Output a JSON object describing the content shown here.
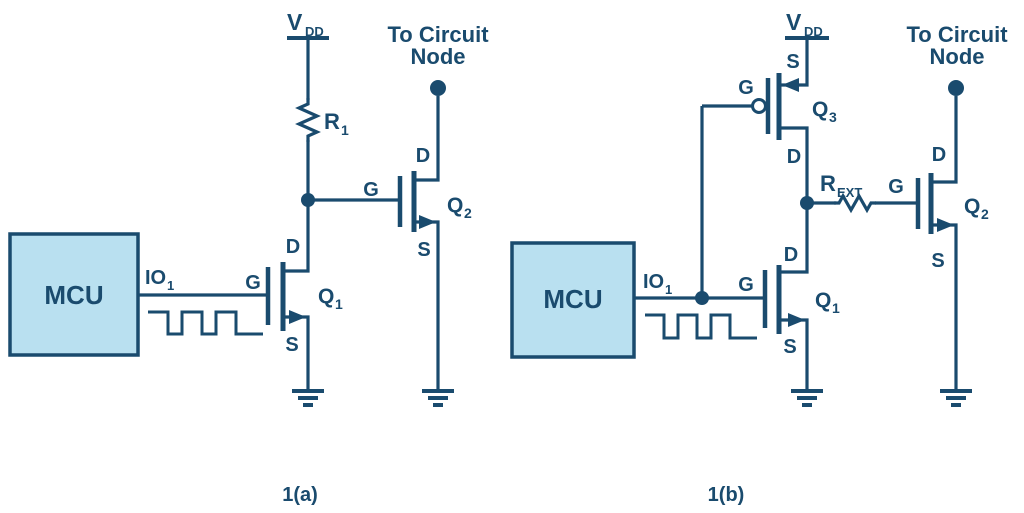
{
  "colors": {
    "stroke": "#1a4b6e",
    "box_fill": "#b9e0f0",
    "background": "#ffffff"
  },
  "pin_labels": {
    "gate": "G",
    "drain": "D",
    "source": "S"
  },
  "circuit_a": {
    "caption": "1(a)",
    "mcu": "MCU",
    "supply_main": "V",
    "supply_sub": "DD",
    "io_main": "IO",
    "io_sub": "1",
    "resistor_main": "R",
    "resistor_sub": "1",
    "q1_main": "Q",
    "q1_sub": "1",
    "q2_main": "Q",
    "q2_sub": "2",
    "node_line1": "To Circuit",
    "node_line2": "Node"
  },
  "circuit_b": {
    "caption": "1(b)",
    "mcu": "MCU",
    "supply_main": "V",
    "supply_sub": "DD",
    "io_main": "IO",
    "io_sub": "1",
    "resistor_main": "R",
    "resistor_sub": "EXT",
    "q1_main": "Q",
    "q1_sub": "1",
    "q2_main": "Q",
    "q2_sub": "2",
    "q3_main": "Q",
    "q3_sub": "3",
    "node_line1": "To Circuit",
    "node_line2": "Node"
  }
}
